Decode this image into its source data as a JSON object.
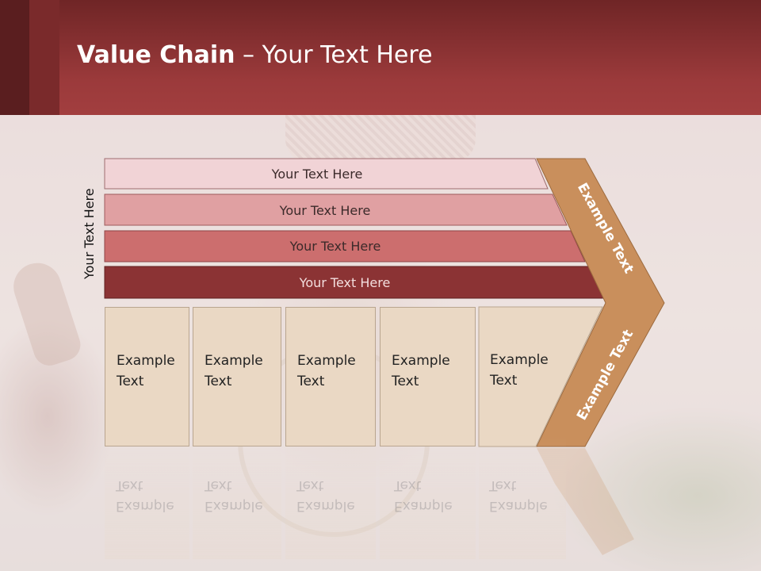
{
  "slide": {
    "title_bold": "Value Chain",
    "title_rest": " – Your Text Here",
    "vertical_label": "Your Text Here",
    "bars": [
      {
        "label": "Your Text Here",
        "color": "#f1d3d6"
      },
      {
        "label": "Your Text Here",
        "color": "#e0a0a2"
      },
      {
        "label": "Your Text Here",
        "color": "#cc6e6e"
      },
      {
        "label": "Your Text Here",
        "color": "#8b3334"
      }
    ],
    "boxes": [
      {
        "line1": "Example",
        "line2": "Text"
      },
      {
        "line1": "Example",
        "line2": "Text"
      },
      {
        "line1": "Example",
        "line2": "Text"
      },
      {
        "line1": "Example",
        "line2": "Text"
      },
      {
        "line1": "Example",
        "line2": "Text"
      }
    ],
    "chevron_top": "Example Text",
    "chevron_bottom": "Example Text",
    "colors": {
      "header": "#9b3a3b",
      "chevron": "#c98f5c",
      "box": "#ead8c4"
    }
  }
}
